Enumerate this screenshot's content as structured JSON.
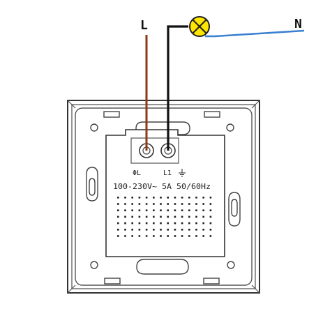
{
  "wire_labels": {
    "live": "L",
    "neutral": "N"
  },
  "terminal_labels": {
    "left": "ΦL",
    "right": "L1"
  },
  "rating_text": "100-230V~ 5A 50/60Hz",
  "icons": {
    "lamp": "lamp-icon",
    "ground": "ground-symbol-icon"
  },
  "colors": {
    "live_wire": "#8b3a16",
    "load_wire": "#111111",
    "neutral_wire": "#3a7fd0",
    "lamp_fill": "#ffe600",
    "outline": "#333333"
  }
}
